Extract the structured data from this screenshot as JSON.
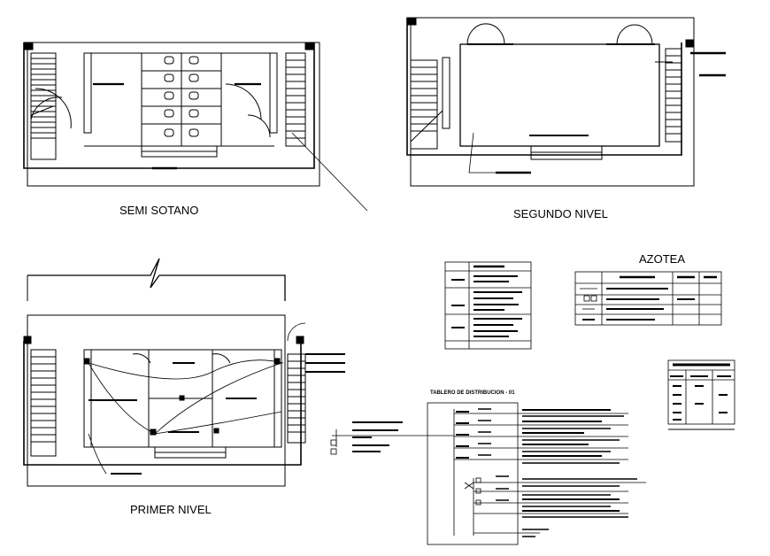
{
  "labels": {
    "semi_sotano": "SEMI SOTANO",
    "segundo_nivel": "SEGUNDO NIVEL",
    "primer_nivel": "PRIMER NIVEL",
    "azotea": "AZOTEA",
    "tablero_title": "TABLERO DE DISTRIBUCION - 01"
  },
  "colors": {
    "line": "#000000",
    "background": "#ffffff"
  }
}
